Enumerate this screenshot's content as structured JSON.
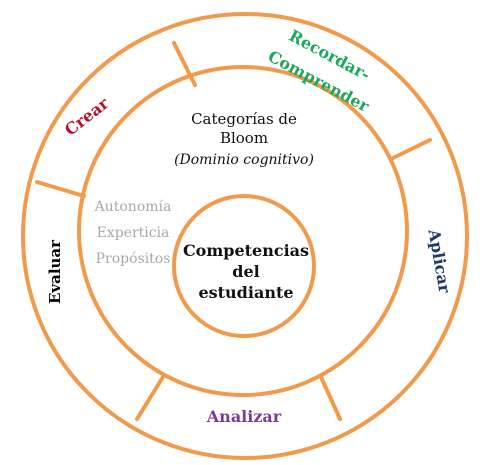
{
  "colors": {
    "ring": "#f29a4b",
    "crear": "#b3122b",
    "recordar": "#1aa85c",
    "aplicar": "#1f3a6b",
    "analizar": "#7a3a9e",
    "evaluar": "#000000",
    "gray": "#a8a8a8",
    "black": "#111111"
  },
  "inner_circle": {
    "line1": "Categorías de",
    "line2": "Bloom",
    "line3": "(Dominio cognitivo)"
  },
  "gray_text": {
    "line1": "Autonomía",
    "line2": "Experticia",
    "line3": "Propósitos"
  },
  "center": {
    "line1": "Competencias",
    "line2": "del",
    "line3": "estudiante"
  },
  "segments": {
    "crear": "Crear",
    "recordar_line1": "Recordar-",
    "recordar_line2": "Comprender",
    "aplicar": "Aplicar",
    "analizar": "Analizar",
    "evaluar": "Evaluar"
  }
}
